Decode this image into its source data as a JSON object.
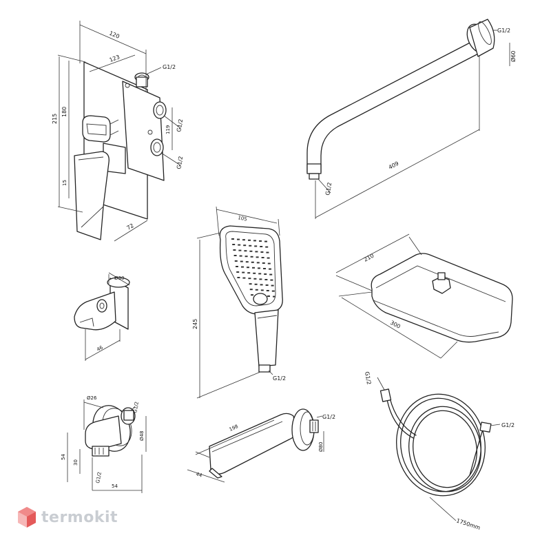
{
  "brand": {
    "name": "termokit",
    "color": "#c9cdd2",
    "mark_color": "#ee5a5a"
  },
  "mixer": {
    "d120": "120",
    "d123": "123",
    "d215": "215",
    "d180": "180",
    "d15": "15",
    "d119": "119",
    "d72": "72",
    "thread_top": "G1/2",
    "thread_mid": "G1/2",
    "thread_bot": "G1/2"
  },
  "holder": {
    "d30": "Ø30",
    "d46": "46"
  },
  "elbow": {
    "d26": "Ø26",
    "thread_top": "G1/2",
    "d48": "Ø48",
    "d54v": "54",
    "d30": "30",
    "thread_bot": "G1/2",
    "d54h": "54"
  },
  "arm": {
    "thread_top": "G1/2",
    "d60": "Ø60",
    "d409": "409",
    "thread_bot": "G1/2"
  },
  "handshower": {
    "d105": "105",
    "d245": "245",
    "thread": "G1/2"
  },
  "rainhead": {
    "d210": "210",
    "d300": "300"
  },
  "spout": {
    "d198": "198",
    "d44": "44",
    "thread": "G1/2",
    "d80": "Ø80"
  },
  "hose": {
    "thread_left": "G1/2",
    "thread_right": "G1/2",
    "length": "1750mm"
  }
}
